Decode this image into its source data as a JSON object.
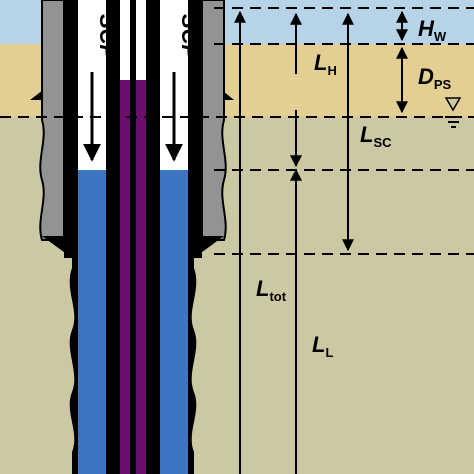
{
  "labels": {
    "scp_left": "SCP",
    "scp_right": "SCP",
    "hw_main": "H",
    "hw_sub": "W",
    "lh_main": "L",
    "lh_sub": "H",
    "dps_main": "D",
    "dps_sub": "PS",
    "lsc_main": "L",
    "lsc_sub": "SC",
    "ltot_main": "L",
    "ltot_sub": "tot",
    "ll_main": "L",
    "ll_sub": "L"
  },
  "colors": {
    "water": "#b7d3e8",
    "sand": "#e3ce93",
    "soil": "#cbc8a3",
    "casing": "#939393",
    "pipe_black": "#000000",
    "annulus_white": "#ffffff",
    "fluid_blue": "#3f74c2",
    "core_purple": "#6a0f6c"
  },
  "icons": {
    "water_level_symbol": "water-table-triangle-icon"
  }
}
